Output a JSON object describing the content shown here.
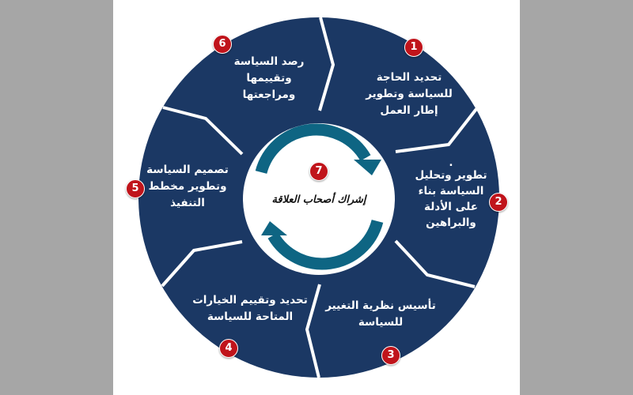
{
  "colors": {
    "ring": "#1b3864",
    "arrow": "#0e6583",
    "badge": "#c0141b",
    "background": "#a6a6a6"
  },
  "center": {
    "number": "7",
    "label": "إشراك أصحاب العلاقة"
  },
  "steps": [
    {
      "number": "1",
      "lines": [
        "تحديد الحاجة",
        "للسياسة وتطوير",
        "إطار العمل"
      ]
    },
    {
      "number": "2",
      "lines": [
        ".",
        "تطوير وتحليل",
        "السياسة بناء",
        "على الأدلة",
        "والبراهين"
      ]
    },
    {
      "number": "3",
      "lines": [
        "تأسيس نظرية التغيير",
        "للسياسة"
      ]
    },
    {
      "number": "4",
      "lines": [
        "تحديد وتقييم الخيارات",
        "المتاحة للسياسة"
      ]
    },
    {
      "number": "5",
      "lines": [
        "تصميم السياسة",
        "وتطوير مخطط",
        "التنفيذ"
      ]
    },
    {
      "number": "6",
      "lines": [
        "رصد السياسة",
        "وتقييمها",
        "ومراجعتها"
      ]
    }
  ]
}
